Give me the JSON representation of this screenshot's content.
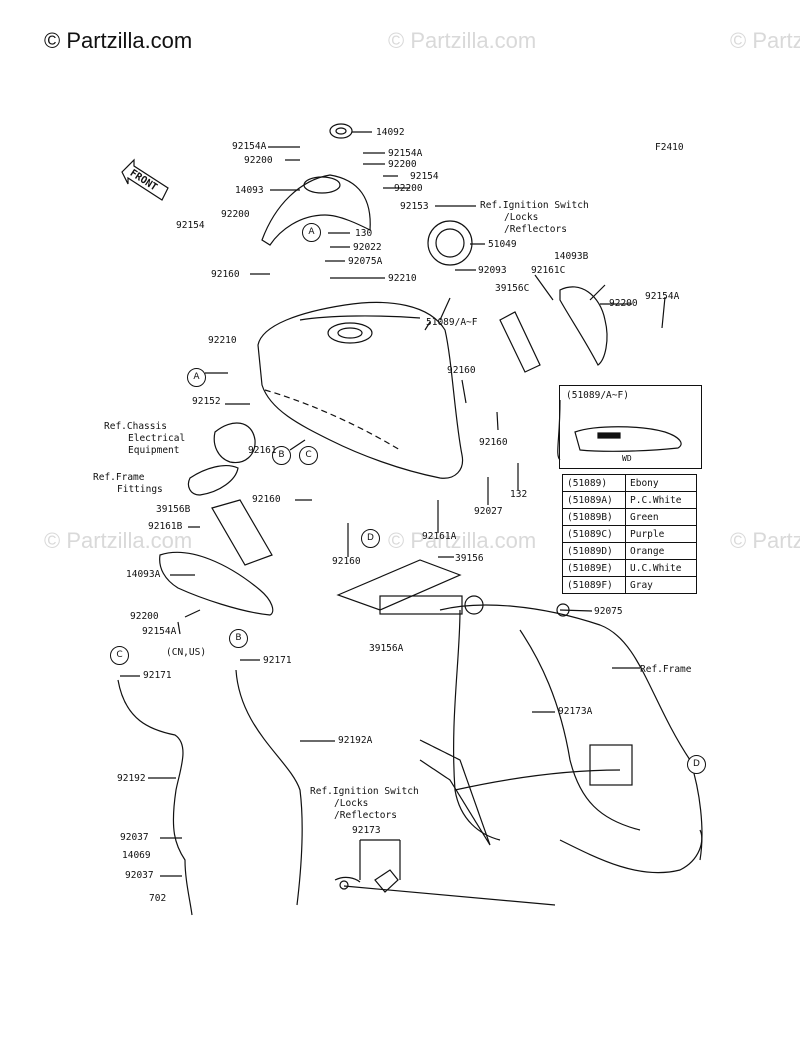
{
  "brand": "© Partzilla.com",
  "watermark": "© Partzilla.com",
  "figure_code": "F2410",
  "front_label": "FRONT",
  "variant_caption": "(51089/A~F)",
  "variant_wd": "WD",
  "region_label": "(CN,US)",
  "circle_letters": {
    "a1": "A",
    "a2": "A",
    "b1": "B",
    "b2": "B",
    "c1": "C",
    "c2": "C",
    "d1": "D",
    "d2": "D"
  },
  "refs": {
    "ignition_top": [
      "Ref.Ignition Switch",
      "/Locks",
      "/Reflectors"
    ],
    "ignition_bottom": [
      "Ref.Ignition Switch",
      "/Locks",
      "/Reflectors"
    ],
    "chassis": [
      "Ref.Chassis",
      "Electrical",
      "Equipment"
    ],
    "frame_fittings": [
      "Ref.Frame",
      "Fittings"
    ],
    "frame": "Ref.Frame"
  },
  "labels": {
    "l14092": "14092",
    "l92154A_1": "92154A",
    "l92200_1": "92200",
    "l92154A_2": "92154A",
    "l92200_2": "92200",
    "l92154_1": "92154",
    "l92200_3": "92200",
    "l14093": "14093",
    "l92153": "92153",
    "l92154_2": "92154",
    "l92200_4": "92200",
    "l130": "130",
    "l92022": "92022",
    "l51049": "51049",
    "l92075A": "92075A",
    "l92093": "92093",
    "l92160_1": "92160",
    "l92210_1": "92210",
    "l92161C": "92161C",
    "l14093B": "14093B",
    "l39156C": "39156C",
    "l92200_5": "92200",
    "l92154A_3": "92154A",
    "l51089": "51089/A~F",
    "l92210_2": "92210",
    "l92160_2": "92160",
    "l92152": "92152",
    "l92160_3": "92160",
    "l92161": "92161",
    "l132": "132",
    "l92160_4": "92160",
    "l92027": "92027",
    "l39156B": "39156B",
    "l92161A": "92161A",
    "l92161B": "92161B",
    "l92160_5": "92160",
    "l39156": "39156",
    "l14093A": "14093A",
    "l92200_6": "92200",
    "l92154A_4": "92154A",
    "l39156A": "39156A",
    "l92075": "92075",
    "l92171_1": "92171",
    "l92171_2": "92171",
    "l92173A": "92173A",
    "l92192A": "92192A",
    "l92192": "92192",
    "l92037_1": "92037",
    "l14069": "14069",
    "l92037_2": "92037",
    "l702": "702",
    "l92173": "92173"
  },
  "color_table": [
    {
      "code": "(51089)",
      "color": "Ebony"
    },
    {
      "code": "(51089A)",
      "color": "P.C.White"
    },
    {
      "code": "(51089B)",
      "color": "Green"
    },
    {
      "code": "(51089C)",
      "color": "Purple"
    },
    {
      "code": "(51089D)",
      "color": "Orange"
    },
    {
      "code": "(51089E)",
      "color": "U.C.White"
    },
    {
      "code": "(51089F)",
      "color": "Gray"
    }
  ]
}
